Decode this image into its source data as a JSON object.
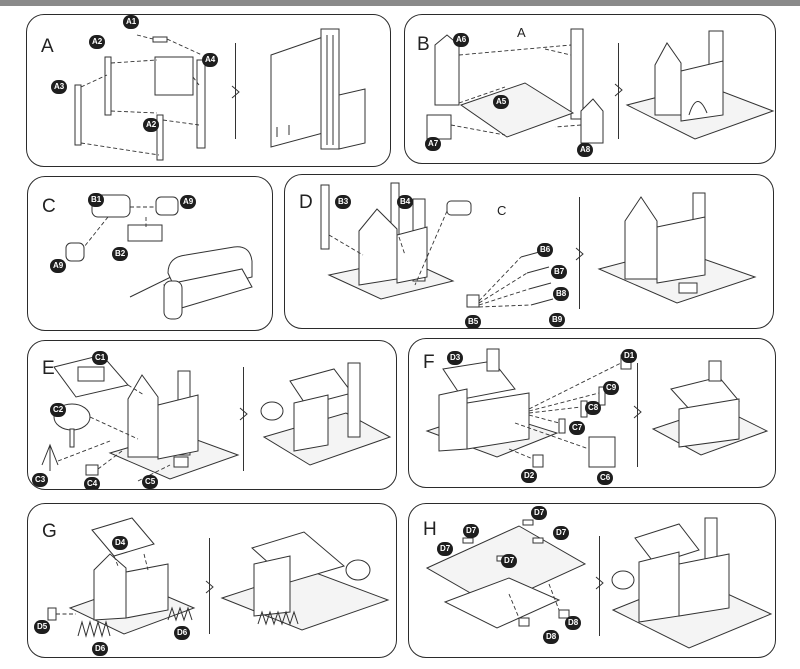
{
  "steps": [
    {
      "letter": "A",
      "parts": [
        "A1",
        "A2",
        "A3",
        "A4",
        "A2"
      ]
    },
    {
      "letter": "B",
      "parts": [
        "A6",
        "A5",
        "A7",
        "A8"
      ],
      "labels": [
        "A"
      ]
    },
    {
      "letter": "C",
      "parts": [
        "B1",
        "A9",
        "B2",
        "A9"
      ]
    },
    {
      "letter": "D",
      "parts": [
        "B3",
        "B4",
        "B6",
        "B7",
        "B8",
        "B9",
        "B5"
      ],
      "labels": [
        "C"
      ]
    },
    {
      "letter": "E",
      "parts": [
        "C1",
        "C2",
        "C3",
        "C4",
        "C5"
      ]
    },
    {
      "letter": "F",
      "parts": [
        "D3",
        "D1",
        "C9",
        "C8",
        "C7",
        "C6",
        "D2"
      ]
    },
    {
      "letter": "G",
      "parts": [
        "D4",
        "D5",
        "D6",
        "D6"
      ]
    },
    {
      "letter": "H",
      "parts": [
        "D7",
        "D7",
        "D7",
        "D7",
        "D7",
        "D8",
        "D8"
      ]
    }
  ]
}
